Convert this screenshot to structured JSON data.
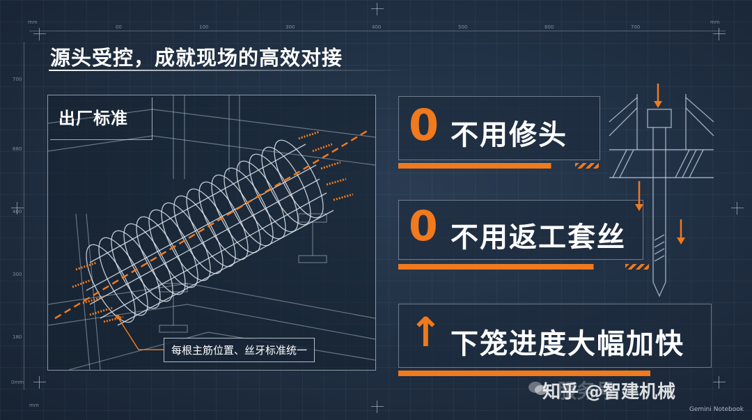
{
  "header": {
    "title": "源头受控，成就现场的高效对接"
  },
  "ruler": {
    "unit_top": "mm",
    "unit_top_right": "mm",
    "unit_bottom_left": "mm",
    "unit_left": "0mm",
    "top_ticks": [
      "00",
      "100",
      "300",
      "400",
      "500",
      "600",
      "700"
    ],
    "left_ticks": [
      "700",
      "680",
      "400",
      "300",
      "180"
    ]
  },
  "panel": {
    "label": "出厂标准",
    "callout": "每根主筋位置、丝牙标准统一"
  },
  "features": [
    {
      "number": "0",
      "text": "不用修头"
    },
    {
      "number": "0",
      "text": "不用返工套丝"
    },
    {
      "number": "↑",
      "text": "下笼进度大幅加快"
    }
  ],
  "watermark": {
    "ghost": "服务号",
    "text": "知乎 @智建机械"
  },
  "brand": {
    "text": "Gemini Notebook"
  },
  "colors": {
    "accent": "#f07a1d",
    "background": "#1f2e41",
    "line": "#dce6f0"
  }
}
